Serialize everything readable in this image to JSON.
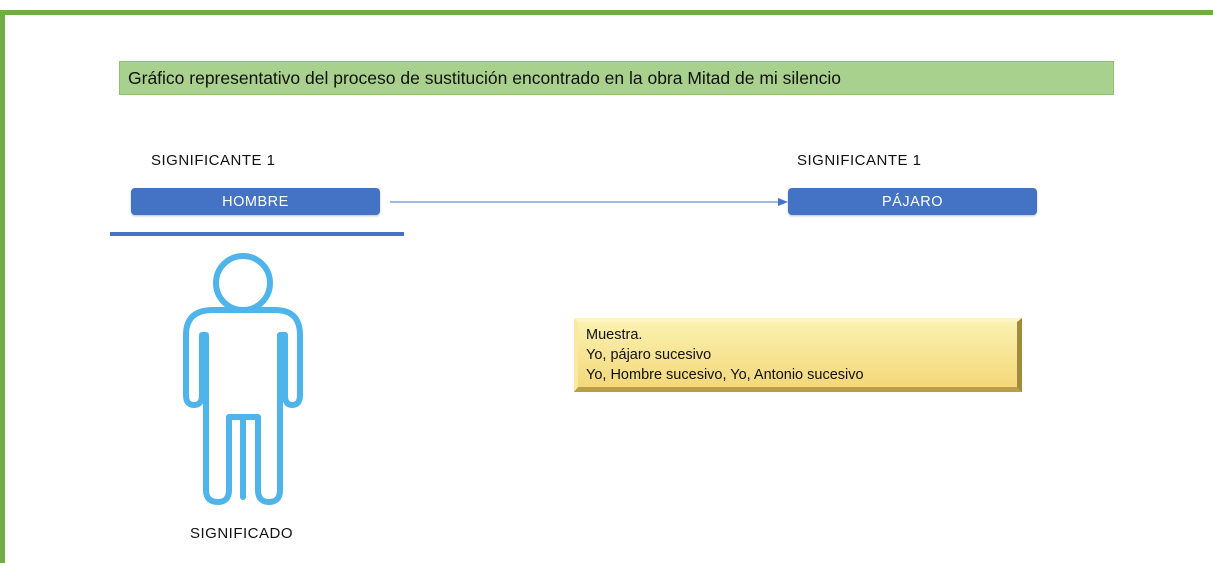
{
  "title": "Gráfico representativo del proceso de sustitución encontrado en la obra Mitad de mi silencio",
  "left": {
    "label": "SIGNIFICANTE 1",
    "term": "HOMBRE",
    "signified_label": "SIGNIFICADO",
    "icon": "person-icon"
  },
  "right": {
    "label": "SIGNIFICANTE 1",
    "term": "PÁJARO"
  },
  "sample": {
    "lines": [
      "Muestra.",
      "Yo, pájaro sucesivo",
      "Yo, Hombre sucesivo, Yo, Antonio sucesivo"
    ]
  },
  "colors": {
    "frame": "#70ad47",
    "title_fill": "#a9d18e",
    "term_fill": "#4472c4",
    "person_stroke": "#4fb4ea",
    "sample_fill": "#f7e08a"
  }
}
